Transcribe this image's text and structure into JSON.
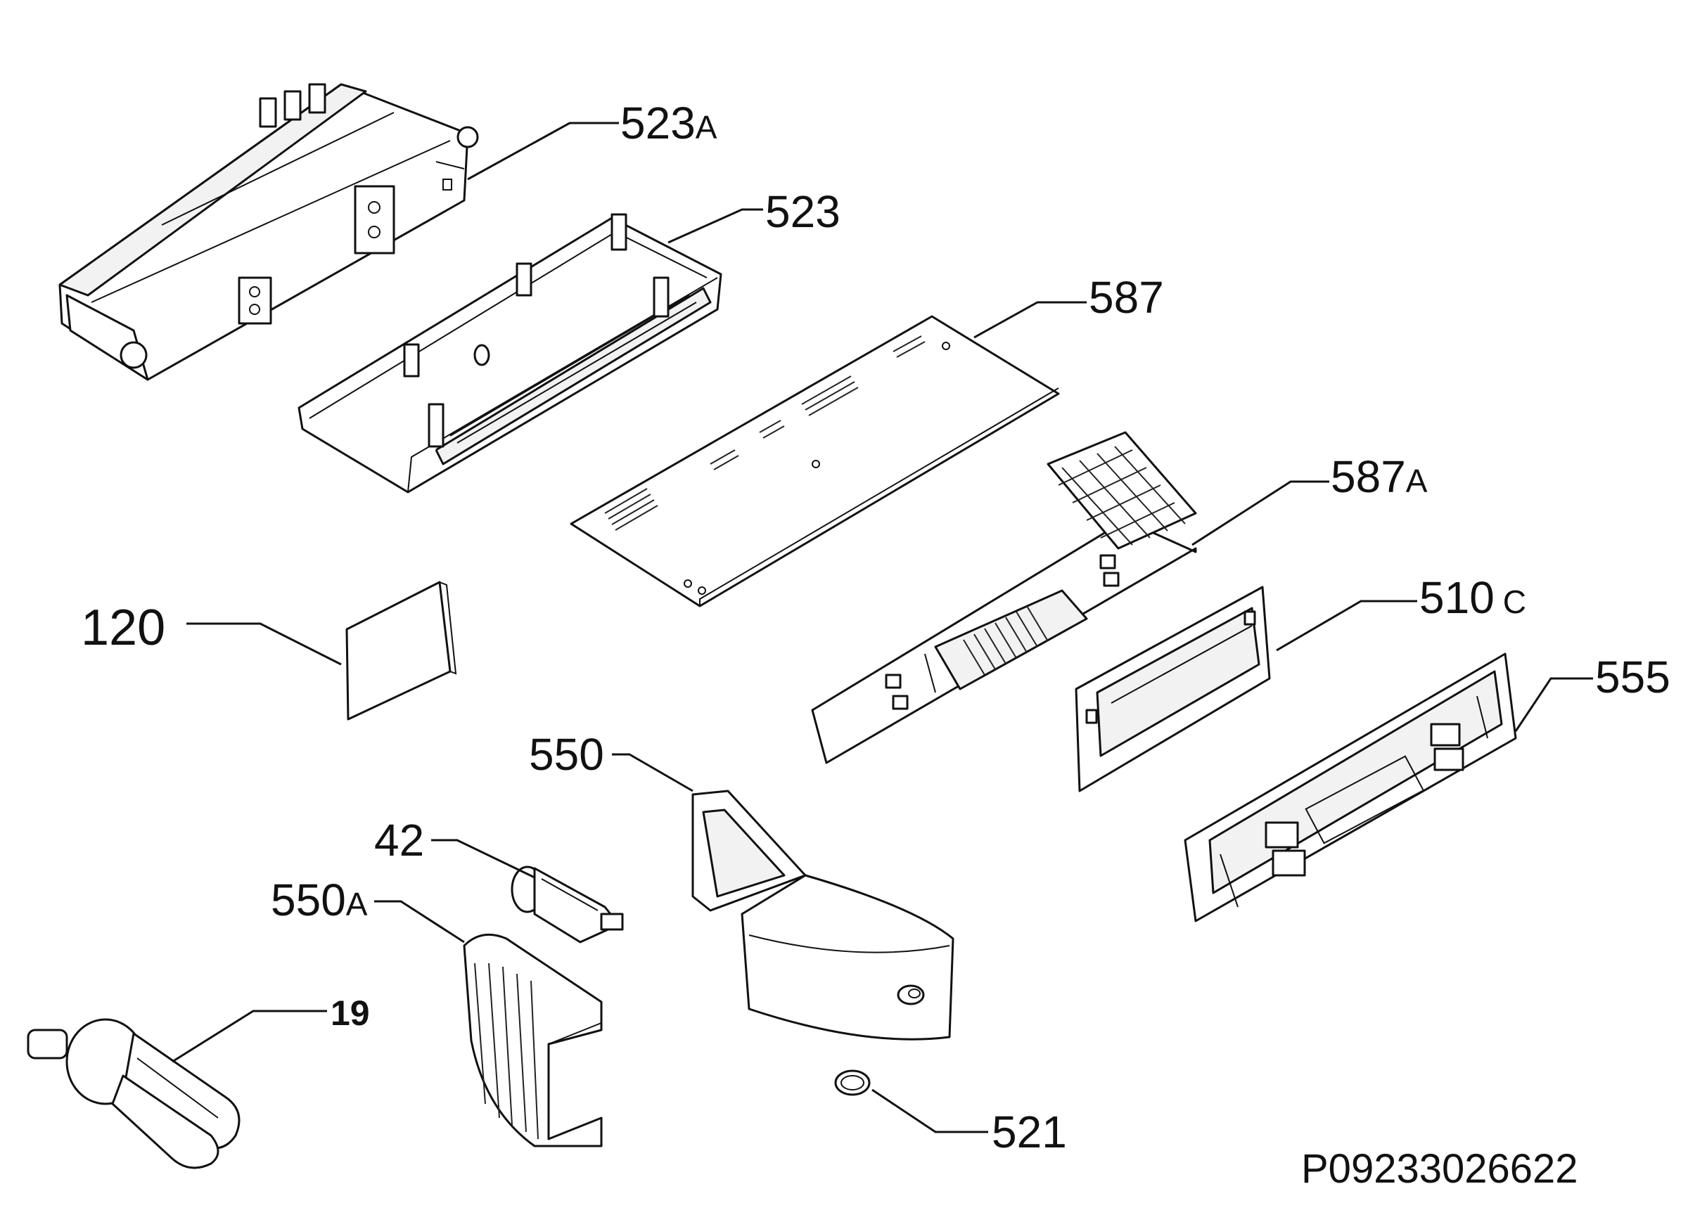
{
  "labels": {
    "p523A": "523",
    "p523A_suffix": "A",
    "p523": "523",
    "p587": "587",
    "p587A": "587",
    "p587A_suffix": "A",
    "p510C": "510",
    "p510C_suffix": "C",
    "p555": "555",
    "p120": "120",
    "p550": "550",
    "p42": "42",
    "p550A": "550",
    "p550A_suffix": "A",
    "p19": "19",
    "p521": "521"
  },
  "reference": "P09233026622"
}
